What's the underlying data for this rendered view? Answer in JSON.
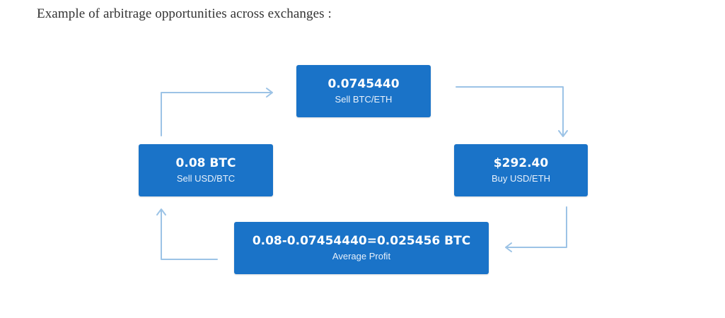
{
  "caption": "Example of arbitrage opportunities across exchanges :",
  "colors": {
    "box": "#1a73c8",
    "arrow": "#9cc3e6"
  },
  "nodes": {
    "top": {
      "value": "0.0745440",
      "label": "Sell BTC/ETH"
    },
    "right": {
      "value": "$292.40",
      "label": "Buy USD/ETH"
    },
    "bottom": {
      "value": "0.08-0.07454440=0.025456 BTC",
      "label": "Average Profit"
    },
    "left": {
      "value": "0.08 BTC",
      "label": "Sell USD/BTC"
    }
  },
  "arrows": [
    {
      "from": "left",
      "to": "top"
    },
    {
      "from": "top",
      "to": "right"
    },
    {
      "from": "right",
      "to": "bottom"
    },
    {
      "from": "bottom",
      "to": "left"
    }
  ]
}
